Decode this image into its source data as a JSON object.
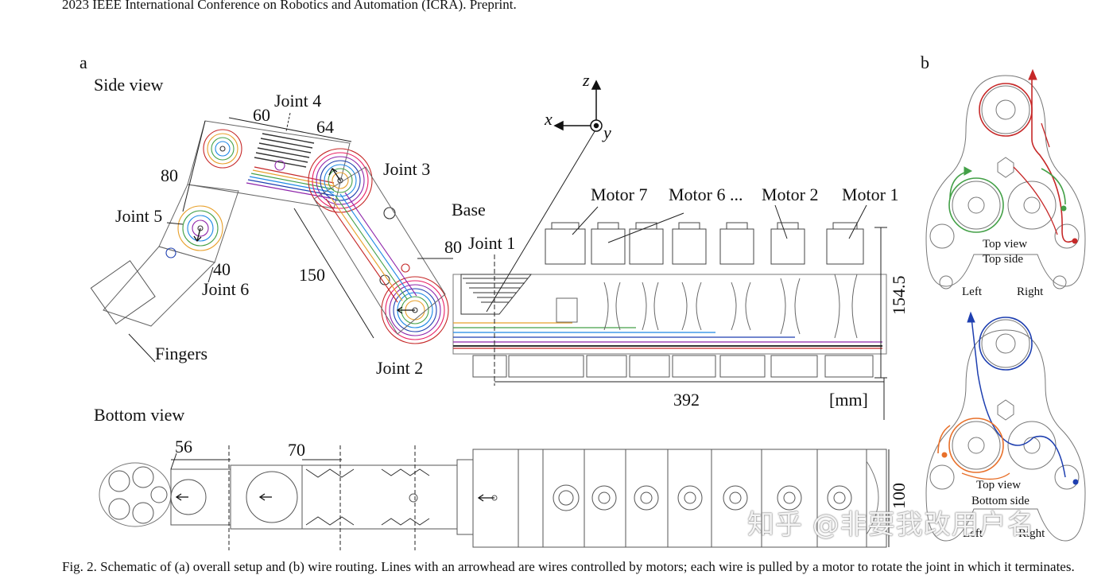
{
  "header": "2023 IEEE International Conference on Robotics and Automation (ICRA). Preprint.",
  "panel_a": {
    "letter": "a",
    "side_view_title": "Side view",
    "bottom_view_title": "Bottom view",
    "labels": {
      "joint1": "Joint 1",
      "joint2": "Joint 2",
      "joint3": "Joint 3",
      "joint4": "Joint 4",
      "joint5": "Joint 5",
      "joint6": "Joint 6",
      "base": "Base",
      "fingers": "Fingers",
      "motor7": "Motor 7",
      "motor6": "Motor 6 ...",
      "motor2": "Motor 2",
      "motor1": "Motor 1"
    },
    "dimensions": {
      "d60": "60",
      "d64": "64",
      "d80_left": "80",
      "d40": "40",
      "d150": "150",
      "d80_base": "80",
      "d154": "154.5",
      "d392": "392",
      "unit": "[mm]",
      "d56": "56",
      "d70": "70",
      "d100": "100"
    },
    "axes": {
      "x": "x",
      "y": "y",
      "z": "z"
    }
  },
  "panel_b": {
    "letter": "b",
    "top": {
      "title": "Top view",
      "subtitle": "Top side",
      "left": "Left",
      "right": "Right"
    },
    "bottom": {
      "title": "Top view",
      "subtitle": "Bottom side",
      "left": "Left",
      "right": "Right"
    }
  },
  "watermark": "知乎 @非要我改用户名",
  "caption": "Fig. 2.   Schematic of (a) overall setup and (b) wire routing. Lines with an arrowhead are wires controlled by motors; each wire is pulled by a motor to rotate the joint in which it terminates.",
  "colors": {
    "red": "#c62828",
    "green": "#43a047",
    "blue": "#1e3fb0",
    "orange": "#e8702a",
    "line": "#444444"
  }
}
